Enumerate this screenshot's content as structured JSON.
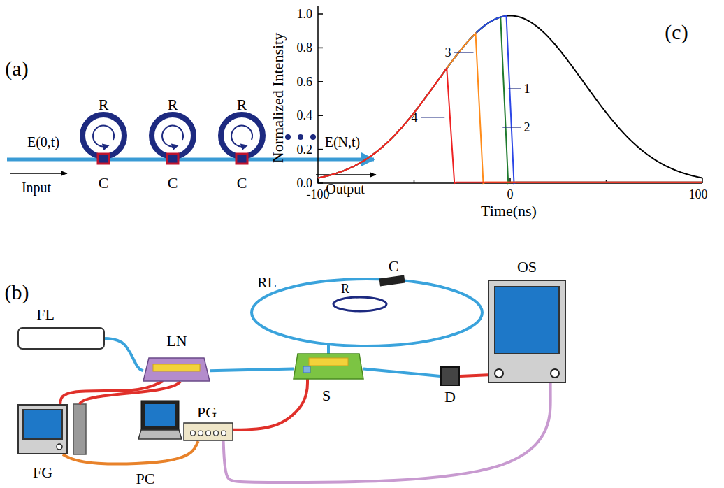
{
  "diagram": {
    "nodes": [
      {
        "text": [
          "FL"
        ]
      },
      {
        "text": [
          "LN"
        ]
      },
      {
        "text": [
          "S"
        ]
      },
      {
        "text": [
          "D"
        ]
      },
      {
        "text": [
          "OS"
        ]
      },
      {
        "text": [
          "FG"
        ]
      },
      {
        "text": [
          "PC"
        ]
      },
      {
        "text": [
          "PG"
        ]
      }
    ],
    "edges": [
      {
        "from": 0,
        "to": 1,
        "arrow": "none"
      },
      {
        "from": 1,
        "to": 2,
        "arrow": "none"
      },
      {
        "from": 2,
        "to": 3,
        "arrow": "none"
      },
      {
        "from": 3,
        "to": 4,
        "arrow": "none"
      },
      {
        "from": 5,
        "to": 1,
        "arrow": "none"
      },
      {
        "from": 7,
        "to": 2,
        "arrow": "none"
      },
      {
        "from": 7,
        "to": 4,
        "arrow": "none"
      },
      {
        "from": 5,
        "to": 7,
        "arrow": "none"
      }
    ],
    "labels": [
      "(a)",
      "R",
      "R",
      "R",
      "E(0,t)",
      "E(N,t)",
      "Input",
      "C",
      "C",
      "C",
      "Output",
      "(c)",
      "1.0",
      "0.8",
      "0.6",
      "0.4",
      "0.2",
      "0.0",
      "Normalized Intensity",
      "3",
      "1",
      "2",
      "4",
      "-100",
      "0",
      "100",
      "Time(ns)",
      "(b)",
      "RL",
      "C",
      "R"
    ]
  }
}
